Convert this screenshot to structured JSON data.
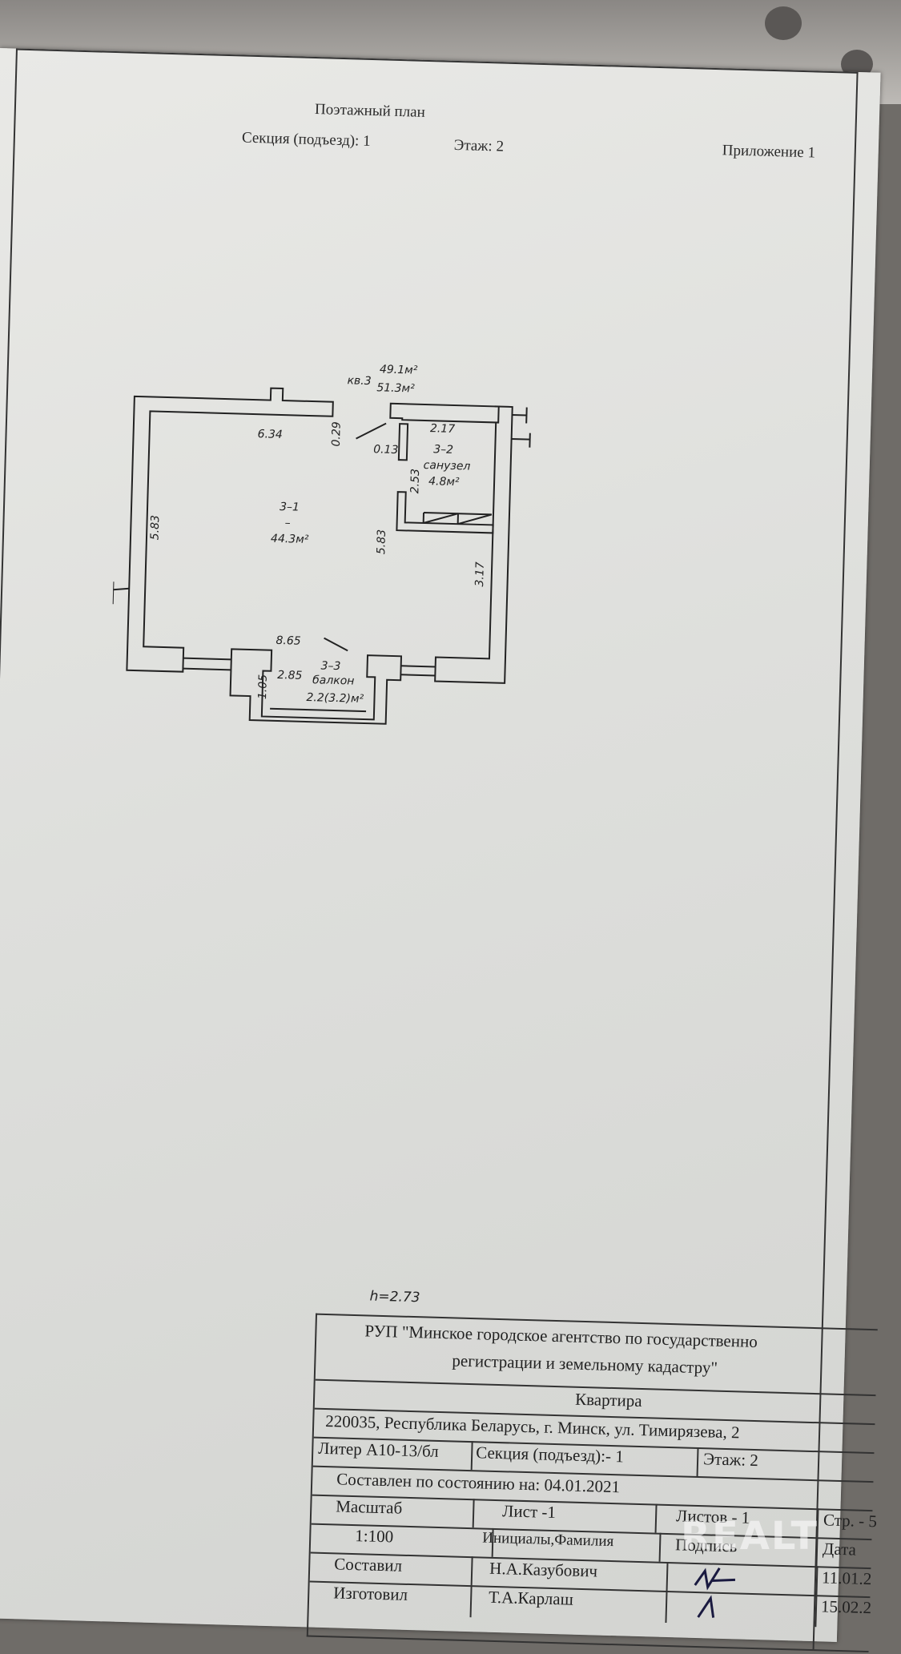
{
  "header": {
    "title": "Поэтажный план",
    "section": "Секция (подъезд): 1",
    "floor": "Этаж: 2",
    "appendix": "Приложение 1"
  },
  "plan": {
    "apartment_label": "кв.3",
    "area_1": "49.1м²",
    "area_2": "51.3м²",
    "room_1_id": "3–1",
    "room_1_dash": "–",
    "room_1_area": "44.3м²",
    "room_2_id": "3–2",
    "room_2_name": "санузел",
    "room_2_area": "4.8м²",
    "room_3_id": "3–3",
    "room_3_name": "балкон",
    "room_3_area": "2.2(3.2)м²",
    "dims": {
      "top_width": "6.34",
      "wall": "0.29",
      "bath_width": "2.17",
      "bath_wall": "0.13",
      "bath_height": "2.53",
      "left_height": "5.83",
      "mid_height": "5.83",
      "right_height": "3.17",
      "bottom_width": "8.65",
      "balcony_width": "2.85",
      "balcony_depth": "1.05"
    },
    "ceiling_height": "h=2.73"
  },
  "stamp": {
    "org_line_1": "РУП \"Минское городское агентство по государственно",
    "org_line_2": "регистрации и земельному кадастру\"",
    "object": "Квартира",
    "address": "220035, Республика Беларусь, г. Минск, ул. Тимирязева, 2",
    "liter": "Литер А10-13/бл",
    "section": "Секция (подъезд):- 1",
    "floor": "Этаж: 2",
    "compiled_state": "Составлен по состоянию на: 04.01.2021",
    "scale_label": "Масштаб",
    "sheet": "Лист -1",
    "sheets": "Листов - 1",
    "pages": "Стр. - 5",
    "scale_value": "1:100",
    "initials_label": "Инициалы,Фамилия",
    "signature_label": "Подпись",
    "date_label": "Дата",
    "compiled_by_label": "Составил",
    "compiled_by": "Н.А.Казубович",
    "compiled_date": "11.01.2",
    "made_by_label": "Изготовил",
    "made_by": "Т.А.Карлаш",
    "made_date": "15.02.2"
  },
  "watermark": "REALT"
}
